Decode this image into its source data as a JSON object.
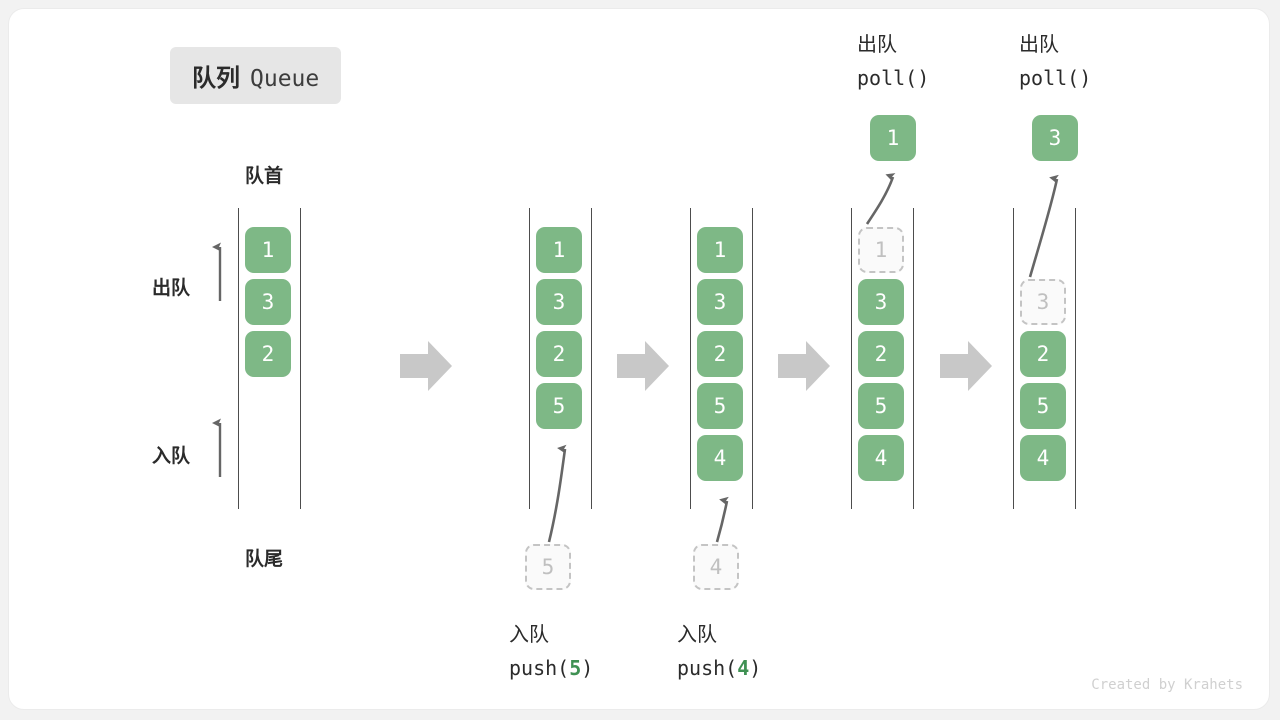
{
  "title": {
    "cn": "队列",
    "en": "Queue"
  },
  "labels": {
    "head": "队首",
    "tail": "队尾",
    "dequeue": "出队",
    "enqueue": "入队"
  },
  "credit": "Created by Krahets",
  "colors": {
    "element": "#7eb886",
    "element_text": "#ffffff",
    "ghost_border": "#c4c4c4",
    "ghost_text": "#c0c0c0",
    "arrow": "#666666",
    "step_arrow": "#c8c8c8",
    "accent_arg": "#3f9153",
    "badge_bg": "#e6e6e6",
    "rail": "#4d4d4d"
  },
  "stages": [
    {
      "name": "initial",
      "items": [
        {
          "value": "1",
          "state": "filled"
        },
        {
          "value": "3",
          "state": "filled"
        },
        {
          "value": "2",
          "state": "filled"
        }
      ],
      "side_labels": {
        "top": "出队",
        "bottom": "入队"
      }
    },
    {
      "name": "push-5",
      "items": [
        {
          "value": "1",
          "state": "filled"
        },
        {
          "value": "3",
          "state": "filled"
        },
        {
          "value": "2",
          "state": "filled"
        },
        {
          "value": "5",
          "state": "filled"
        }
      ],
      "incoming": {
        "value": "5",
        "state": "ghost"
      },
      "caption": {
        "line1": "入队",
        "op": "push",
        "arg": "5"
      }
    },
    {
      "name": "push-4",
      "items": [
        {
          "value": "1",
          "state": "filled"
        },
        {
          "value": "3",
          "state": "filled"
        },
        {
          "value": "2",
          "state": "filled"
        },
        {
          "value": "5",
          "state": "filled"
        },
        {
          "value": "4",
          "state": "filled"
        }
      ],
      "incoming": {
        "value": "4",
        "state": "ghost"
      },
      "caption": {
        "line1": "入队",
        "op": "push",
        "arg": "4"
      }
    },
    {
      "name": "poll-1",
      "items": [
        {
          "value": "1",
          "state": "ghost"
        },
        {
          "value": "3",
          "state": "filled"
        },
        {
          "value": "2",
          "state": "filled"
        },
        {
          "value": "5",
          "state": "filled"
        },
        {
          "value": "4",
          "state": "filled"
        }
      ],
      "outgoing": {
        "value": "1",
        "state": "filled"
      },
      "caption": {
        "line1": "出队",
        "op": "poll",
        "arg": ""
      }
    },
    {
      "name": "poll-3",
      "items": [
        {
          "value": "3",
          "state": "ghost"
        },
        {
          "value": "2",
          "state": "filled"
        },
        {
          "value": "5",
          "state": "filled"
        },
        {
          "value": "4",
          "state": "filled"
        }
      ],
      "outgoing": {
        "value": "3",
        "state": "filled"
      },
      "caption": {
        "line1": "出队",
        "op": "poll",
        "arg": ""
      }
    }
  ]
}
